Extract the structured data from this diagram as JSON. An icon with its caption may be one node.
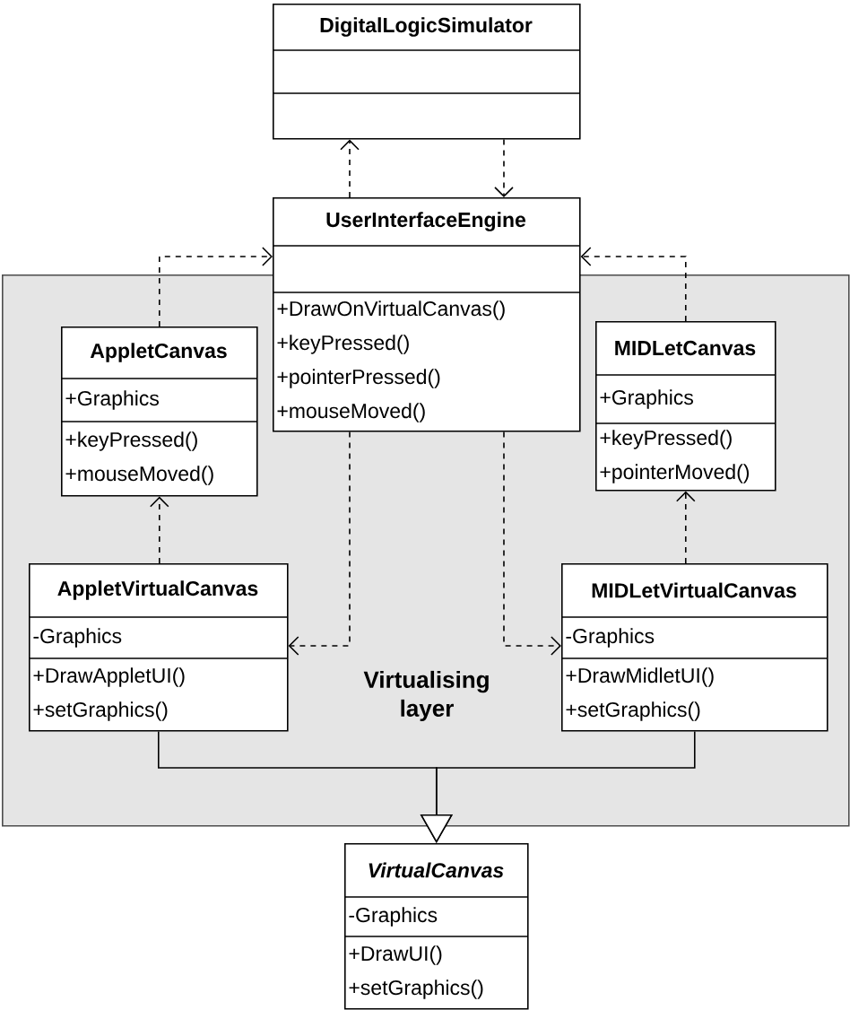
{
  "diagram": {
    "nodes": [
      {
        "text": [
          "DigitalLogicSimulator"
        ]
      },
      {
        "text": [
          "UserInterfaceEngine",
          "+DrawOnVirtualCanvas()",
          "+keyPressed()",
          "+pointerPressed()",
          "+mouseMoved()"
        ]
      },
      {
        "text": [
          "Virtualising layer"
        ]
      },
      {
        "text": [
          "AppletCanvas",
          "+Graphics",
          "+keyPressed()",
          "+mouseMoved()"
        ],
        "in": 2
      },
      {
        "text": [
          "MIDLetCanvas",
          "+Graphics",
          "+keyPressed()",
          "+pointerMoved()"
        ],
        "in": 2
      },
      {
        "text": [
          "AppletVirtualCanvas",
          "-Graphics",
          "+DrawAppletUI()",
          "+setGraphics()"
        ],
        "in": 2
      },
      {
        "text": [
          "MIDLetVirtualCanvas",
          "-Graphics",
          "+DrawMidletUI()",
          "+setGraphics()"
        ],
        "in": 2
      },
      {
        "text": [
          "VirtualCanvas",
          "-Graphics",
          "+DrawUI()",
          "+setGraphics()"
        ]
      }
    ],
    "edges": [
      {
        "from": 1,
        "to": 0,
        "arrow": "to",
        "style": "dashed"
      },
      {
        "from": 0,
        "to": 1,
        "arrow": "to",
        "style": "dashed"
      },
      {
        "from": 3,
        "to": 1,
        "arrow": "to",
        "style": "dashed"
      },
      {
        "from": 4,
        "to": 1,
        "arrow": "to",
        "style": "dashed"
      },
      {
        "from": 5,
        "to": 3,
        "arrow": "to",
        "style": "dashed"
      },
      {
        "from": 6,
        "to": 4,
        "arrow": "to",
        "style": "dashed"
      },
      {
        "from": 1,
        "to": 5,
        "arrow": "to",
        "style": "dashed"
      },
      {
        "from": 1,
        "to": 6,
        "arrow": "to",
        "style": "dashed"
      },
      {
        "from": 5,
        "to": 7,
        "arrow": "to"
      },
      {
        "from": 6,
        "to": 7,
        "arrow": "to"
      }
    ]
  }
}
